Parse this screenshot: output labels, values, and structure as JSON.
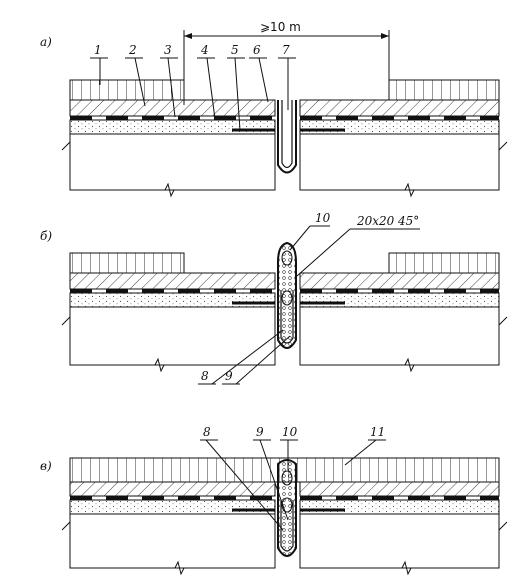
{
  "panels": [
    {
      "id": "a",
      "letter": "а)",
      "dimension_text": "⩾10 m",
      "callouts": [
        "1",
        "2",
        "3",
        "4",
        "5",
        "6",
        "7"
      ]
    },
    {
      "id": "b",
      "letter": "б)",
      "callouts": [
        "10",
        "8",
        "9"
      ],
      "chamfer_text": "20x20",
      "angle_text": "45°"
    },
    {
      "id": "v",
      "letter": "в)",
      "callouts": [
        "8",
        "9",
        "10",
        "11"
      ]
    }
  ]
}
